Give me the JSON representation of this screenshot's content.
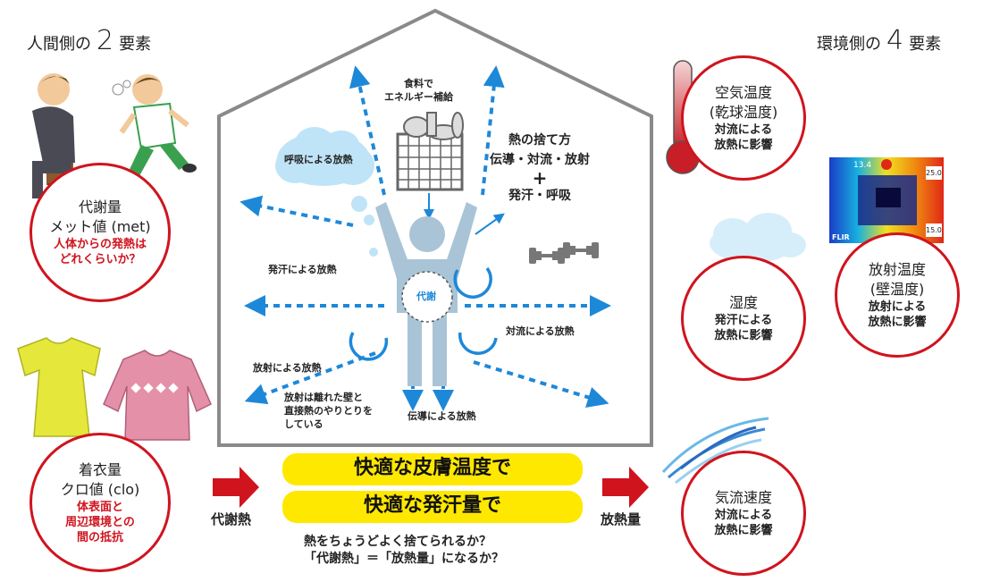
{
  "header_left": {
    "prefix": "人間側の",
    "num": "2",
    "suffix": "要素"
  },
  "header_right": {
    "prefix": "環境側の",
    "num": "4",
    "suffix": "要素"
  },
  "human": {
    "metabolism": {
      "line1": "代謝量",
      "line2": "メット値 (met)",
      "red1": "人体からの発熱は",
      "red2": "どれくらいか？"
    },
    "clothing": {
      "line1": "着衣量",
      "line2": "クロ値 (clo)",
      "red1": "体表面と",
      "red2": "周辺環境との",
      "red3": "間の抵抗"
    }
  },
  "environment": {
    "air_temp": {
      "line1": "空気温度",
      "line2": "(乾球温度)",
      "sub1": "対流による",
      "sub2": "放熱に影響"
    },
    "radiant_temp": {
      "line1": "放射温度",
      "line2": "(壁温度)",
      "sub1": "放射による",
      "sub2": "放熱に影響"
    },
    "humidity": {
      "line1": "湿度",
      "sub1": "発汗による",
      "sub2": "放熱に影響"
    },
    "air_speed": {
      "line1": "気流速度",
      "sub1": "対流による",
      "sub2": "放熱に影響"
    }
  },
  "house": {
    "food": {
      "line1": "食料で",
      "line2": "エネルギー補給"
    },
    "breath": "呼吸による放熱",
    "heat_disposal": {
      "line1": "熱の捨て方",
      "line2": "伝導・対流・放射",
      "plus": "+",
      "line3": "発汗・呼吸"
    },
    "sweat": "発汗による放熱",
    "metabolism_core": "代謝",
    "convection": "対流による放熱",
    "radiation": "放射による放熱",
    "radiation_note": {
      "line1": "放射は離れた壁と",
      "line2": "直接熱のやりとりを",
      "line3": "している"
    },
    "conduction": "伝導による放熱"
  },
  "bars": {
    "bar1": "快適な皮膚温度で",
    "bar2": "快適な発汗量で"
  },
  "arrows": {
    "left": "代謝熱",
    "right": "放熱量"
  },
  "question": {
    "line1": "熱をちょうどよく捨てられるか？",
    "line2": "「代謝熱」＝「放熱量」になるか？"
  },
  "thermal_image": {
    "t1": "13.4",
    "t2": "25.0",
    "t3": "15.0",
    "brand": "FLIR"
  },
  "icons": [
    "person-sitting-icon",
    "person-running-icon",
    "tshirt-icon",
    "sweater-icon",
    "thermometer-icon",
    "thermal-camera-icon",
    "cloud-icon",
    "wind-icon",
    "food-basket-icon",
    "dumbbell-icon",
    "human-figure-icon"
  ],
  "colors": {
    "red": "#d0141e",
    "blue_arrow": "#1e88d8",
    "yellow": "#ffe800",
    "figure": "#a9c4d6",
    "cloud": "#bfe4f7"
  }
}
